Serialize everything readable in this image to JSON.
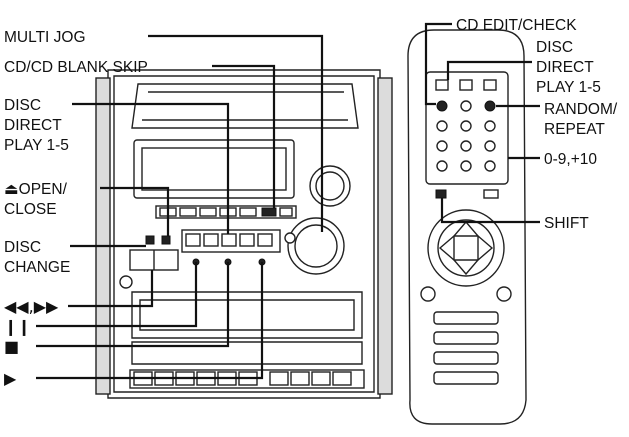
{
  "labels": {
    "multi_jog": "MULTI JOG",
    "cd_blank_skip": "CD/CD BLANK SKIP",
    "disc_direct_1": "DISC",
    "disc_direct_2": "DIRECT",
    "disc_direct_3": "PLAY 1-5",
    "open_close_1": "⏏OPEN/",
    "open_close_2": "CLOSE",
    "disc_change_1": "DISC",
    "disc_change_2": "CHANGE",
    "skip": "◀◀,▶▶",
    "pause": "❙❙",
    "stop": "■",
    "play": "▶",
    "cd_edit_check": "CD EDIT/CHECK",
    "remote_disc_1": "DISC",
    "remote_disc_2": "DIRECT",
    "remote_disc_3": "PLAY 1-5",
    "random_1": "RANDOM/",
    "random_2": "REPEAT",
    "numbers": "0-9,+10",
    "shift": "SHIFT"
  }
}
